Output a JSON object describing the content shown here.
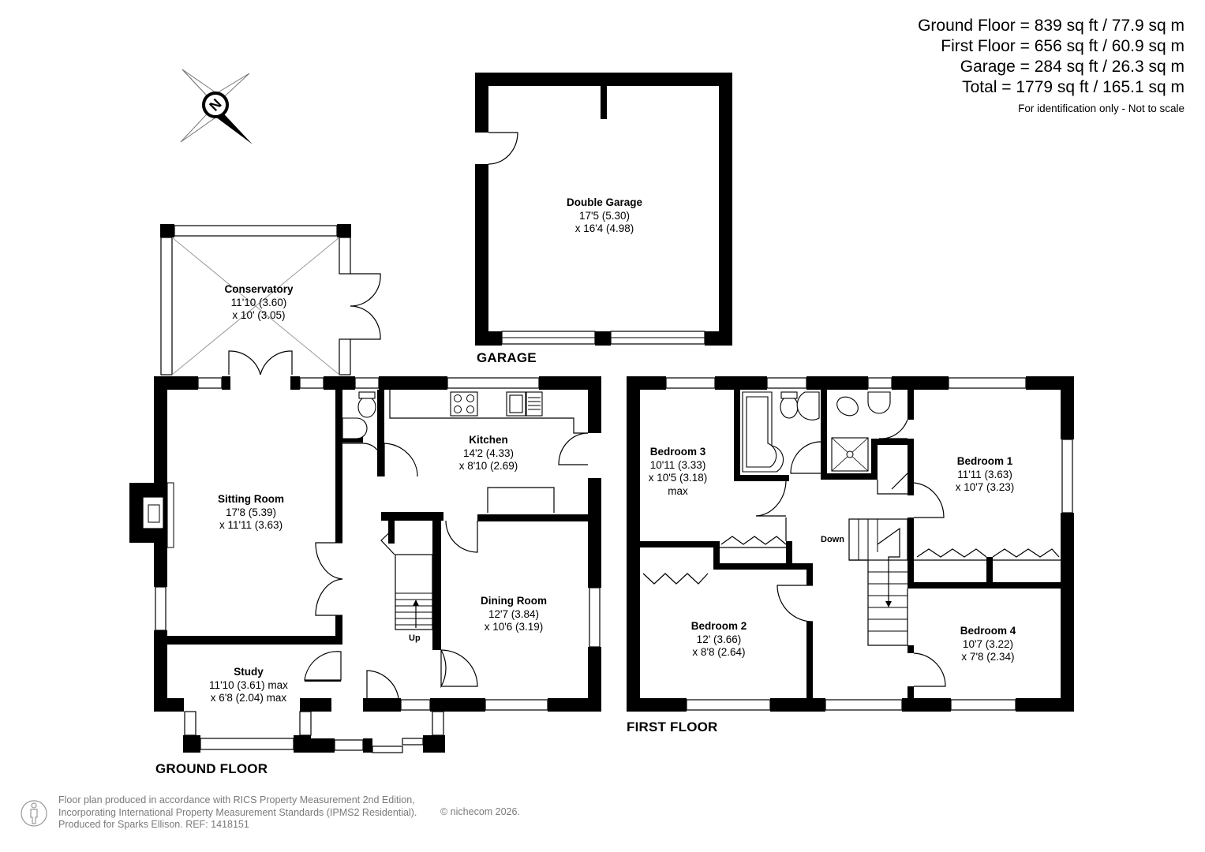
{
  "areas": {
    "ground_floor": "Ground Floor = 839 sq ft / 77.9 sq m",
    "first_floor": "First Floor = 656 sq ft / 60.9 sq m",
    "garage": "Garage = 284 sq ft / 26.3 sq m",
    "total": "Total = 1779 sq ft / 165.1 sq m",
    "note": "For identification only - Not to scale"
  },
  "floors": {
    "ground": "GROUND FLOOR",
    "first": "FIRST FLOOR",
    "garage": "GARAGE"
  },
  "compass": {
    "label": "N"
  },
  "rooms": {
    "garage": {
      "name": "Double Garage",
      "d1": "17'5 (5.30)",
      "d2": "x 16'4 (4.98)"
    },
    "conservatory": {
      "name": "Conservatory",
      "d1": "11'10 (3.60)",
      "d2": "x 10' (3.05)"
    },
    "sitting": {
      "name": "Sitting Room",
      "d1": "17'8 (5.39)",
      "d2": "x 11'11 (3.63)"
    },
    "kitchen": {
      "name": "Kitchen",
      "d1": "14'2 (4.33)",
      "d2": "x 8'10 (2.69)"
    },
    "dining": {
      "name": "Dining Room",
      "d1": "12'7 (3.84)",
      "d2": "x 10'6 (3.19)"
    },
    "study": {
      "name": "Study",
      "d1": "11'10 (3.61) max",
      "d2": "x 6'8 (2.04) max"
    },
    "bedroom3": {
      "name": "Bedroom 3",
      "d1": "10'11 (3.33)",
      "d2": "x 10'5 (3.18)",
      "d3": "max"
    },
    "bedroom1": {
      "name": "Bedroom 1",
      "d1": "11'11 (3.63)",
      "d2": "x 10'7 (3.23)"
    },
    "bedroom2": {
      "name": "Bedroom 2",
      "d1": "12' (3.66)",
      "d2": "x 8'8 (2.64)"
    },
    "bedroom4": {
      "name": "Bedroom 4",
      "d1": "10'7 (3.22)",
      "d2": "x 7'8 (2.34)"
    }
  },
  "stairs": {
    "up": "Up",
    "down": "Down"
  },
  "footer": {
    "line1": "Floor plan produced in accordance with RICS Property Measurement 2nd Edition,",
    "line2": "Incorporating International Property Measurement Standards (IPMS2 Residential).",
    "line3": "Produced for Sparks Ellison.   REF: 1418151",
    "copyright": "© nichecom 2026."
  },
  "colors": {
    "wall": "#000000",
    "fixture": "#555555",
    "footer_text": "#7a7a7a"
  }
}
